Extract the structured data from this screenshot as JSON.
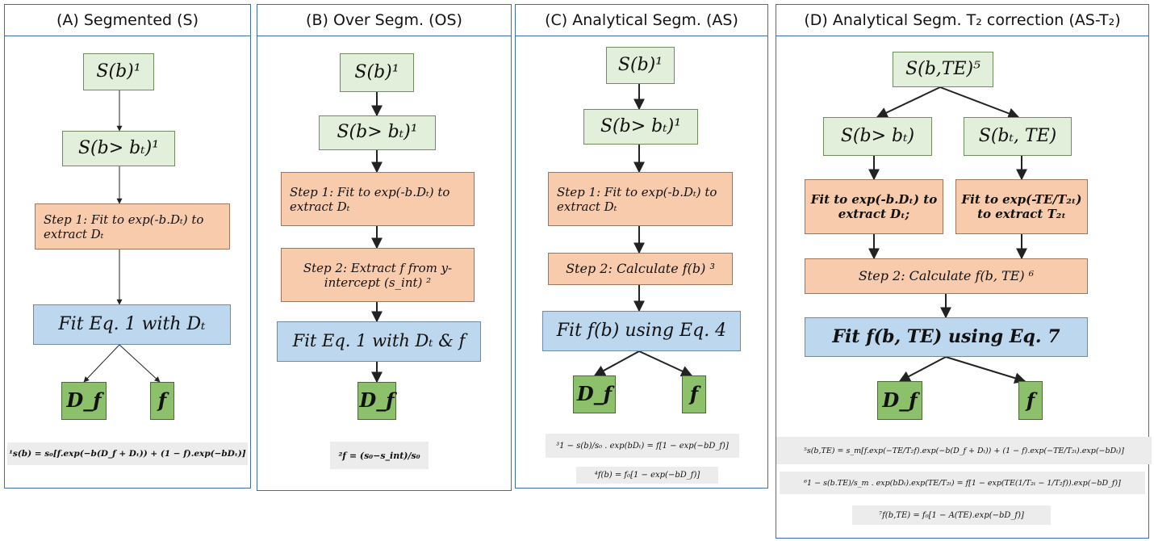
{
  "panels": {
    "a": {
      "title": "(A) Segmented (S)",
      "signal": "S(b)¹",
      "signal_high_b": "S(b> bₜ)¹",
      "step1": "Step 1: Fit to exp(-b.Dₜ) to extract Dₜ",
      "fit": "Fit Eq. 1 with Dₜ",
      "out_df": "D_f",
      "out_f": "f",
      "footnote": "¹s(b) = s₀[f.exp(−b(D_f + Dₜ)) + (1 − f).exp(−bDₜ)]"
    },
    "b": {
      "title": "(B) Over Segm. (OS)",
      "signal": "S(b)¹",
      "signal_high_b": "S(b> bₜ)¹",
      "step1": "Step 1: Fit to exp(-b.Dₜ) to extract Dₜ",
      "step2": "Step 2: Extract f from y-intercept (s_int) ²",
      "fit": "Fit Eq. 1 with Dₜ & f",
      "out_df": "D_f",
      "footnote": "²f = (s₀−s_int)/s₀"
    },
    "c": {
      "title": "(C) Analytical Segm. (AS)",
      "signal": "S(b)¹",
      "signal_high_b": "S(b> bₜ)¹",
      "step1": "Step 1: Fit to exp(-b.Dₜ) to extract Dₜ",
      "step2": "Step 2: Calculate f(b) ³",
      "fit": "Fit f(b) using Eq. 4",
      "out_df": "D_f",
      "out_f": "f",
      "footnote1": "³1 − s(b)/s₀ . exp(bDₜ) = f[1 − exp(−bD_f)]",
      "footnote2": "⁴f(b) = f₀[1 − exp(−bD_f)]"
    },
    "d": {
      "title": "(D) Analytical Segm. T₂ correction (AS-T₂)",
      "signal": "S(b,TE)⁵",
      "signal_high_b": "S(b> bₜ)",
      "signal_te": "S(bₜ, TE)",
      "fit_d": "Fit to exp(-b.Dₜ) to extract Dₜ;",
      "fit_t2": "Fit to exp(-TE/T₂ₜ) to extract T₂ₜ",
      "step2": "Step 2: Calculate f(b, TE) ⁶",
      "fit": "Fit f(b, TE) using Eq. 7",
      "out_df": "D_f",
      "out_f": "f",
      "footnote1": "⁵s(b,TE) = s_m[f.exp(−TE/T₂f).exp(−b(D_f + Dₜ)) + (1 − f).exp(−TE/T₂ₜ).exp(−bDₜ)]",
      "footnote2": "⁶1 − s(b.TE)/s_m . exp(bDₜ).exp(TE/T₂ₜ) = f[1 − exp(TE(1/T₂ₜ − 1/T₂f)).exp(−bD_f)]",
      "footnote3": "⁷f(b,TE) = f₀[1 − A(TE).exp(−bD_f)]"
    }
  }
}
